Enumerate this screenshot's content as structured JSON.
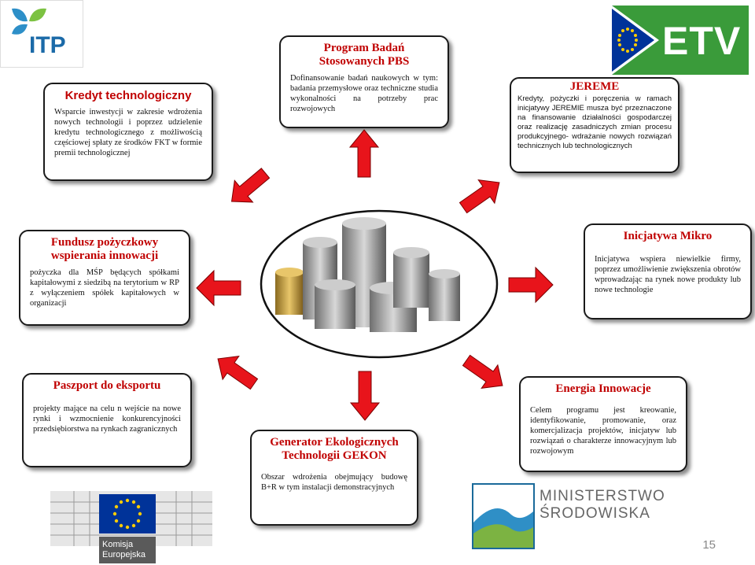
{
  "logos": {
    "itp": "ITP",
    "etv": "ETV",
    "komisja_line1": "Komisja",
    "komisja_line2": "Europejska",
    "ministerstwo_line1": "MINISTERSTWO",
    "ministerstwo_line2": "ŚRODOWISKA"
  },
  "boxes": {
    "kredyt": {
      "title": "Kredyt technologiczny",
      "text": "Wsparcie inwestycji w zakresie wdrożenia nowych technologii i poprzez udzielenie kredytu technologicznego z możliwością częściowej spłaty ze środków FKT w formie premii technologicznej"
    },
    "pbs": {
      "title_line1": "Program Badań",
      "title_line2": "Stosowanych PBS",
      "text": "Dofinansowanie badań naukowych w tym: badania przemysłowe oraz techniczne studia wykonalności na potrzeby prac rozwojowych"
    },
    "jereme": {
      "title": "JEREME",
      "text": "Kredyty, pożyczki i poręczenia w ramach inicjatywy JEREMIE musza być przeznaczone na finansowanie działalności gospodarczej oraz realizację zasadniczych zmian procesu produkcyjnego- wdrażanie nowych rozwiązań technicznych lub technologicznych"
    },
    "fundusz": {
      "title_line1": "Fundusz pożyczkowy",
      "title_line2": "wspierania innowacji",
      "text": "pożyczka dla MŚP będących spółkami kapitałowymi z siedzibą na terytorium w RP z wyłączeniem spółek kapitałowych w organizacji"
    },
    "mikro": {
      "title": "Inicjatywa Mikro",
      "text": "Inicjatywa wspiera niewielkie firmy, poprzez umożliwienie zwiększenia obrotów wprowadzając na rynek nowe produkty lub nowe technologie"
    },
    "paszport": {
      "title": "Paszport do eksportu",
      "text": "projekty mające na celu n wejście na nowe rynki i wzmocnienie konkurencyjności przedsiębiorstwa na rynkach zagranicznych"
    },
    "gekon": {
      "title_line1": "Generator Ekologicznych",
      "title_line2": "Technologii GEKON",
      "text": "Obszar wdrożenia obejmujący budowę B+R w tym instalacji demonstracyjnych"
    },
    "energia": {
      "title": "Energia Innowacje",
      "text": "Celem programu jest kreowanie, identyfikowanie, promowanie, oraz komercjalizacja projektów, inicjatyw lub rozwiązań o charakterze innowacyjnym lub rozwojowym"
    }
  },
  "page_number": "15",
  "colors": {
    "title_red": "#c00000",
    "arrow_red": "#e8141b",
    "etv_green": "#3a9b3a",
    "eu_blue": "#003399"
  }
}
